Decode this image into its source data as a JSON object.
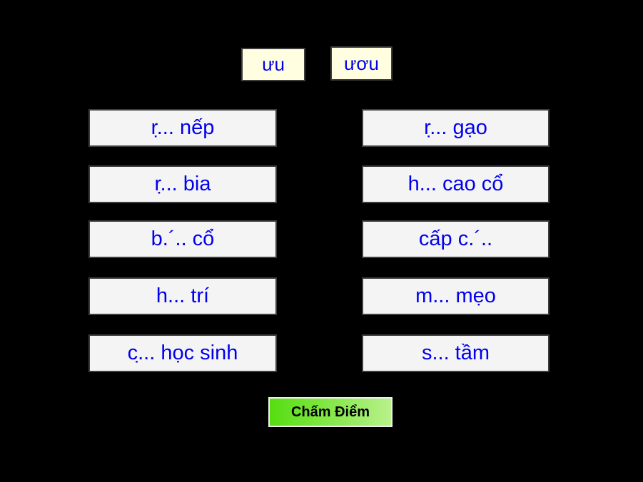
{
  "exercise": {
    "tiles": [
      {
        "label": "ưu"
      },
      {
        "label": "ươu"
      }
    ],
    "left_column": [
      {
        "label": "r.̣.. nếp"
      },
      {
        "label": "r.̣.. bia"
      },
      {
        "label": "b.´.. cổ"
      },
      {
        "label": "h... trí"
      },
      {
        "label": "c.̣.. học sinh"
      }
    ],
    "right_column": [
      {
        "label": "r.̣.. gạo"
      },
      {
        "label": "h... cao cổ"
      },
      {
        "label": "cấp c.´.."
      },
      {
        "label": "m... mẹo"
      },
      {
        "label": "s... tầm"
      }
    ],
    "grade_button_label": "Chấm Điểm"
  },
  "colors": {
    "background": "#000000",
    "tile_background": "#fffee1",
    "box_background": "#f4f4f4",
    "box_border": "#3d3d3d",
    "text_blue": "#0000ee",
    "button_green_start": "#55dd11",
    "button_green_end": "#b9f18c",
    "button_text": "#000000"
  }
}
